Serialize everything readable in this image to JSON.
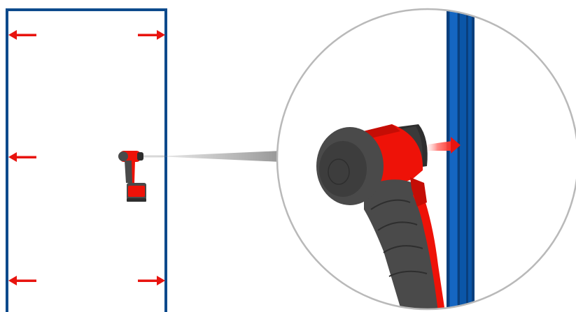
{
  "diagram": {
    "description_text": "",
    "colors": {
      "frame": "#0d4a8c",
      "frame_light": "#1a5fb4",
      "profile_face": "#0b56a8",
      "profile_edge": "#0a3f7d",
      "arrow": "#e8140f",
      "drill_red": "#ee1208",
      "drill_dark": "#4a4a4a",
      "drill_darker": "#2e2e2e",
      "magnifier_border": "#b9b9b9",
      "leader": "#7a7a7a"
    },
    "icons": {
      "push_arrows": "push-outward-arrow",
      "tool": "cordless-drill",
      "detail": "magnifier-circle"
    }
  }
}
